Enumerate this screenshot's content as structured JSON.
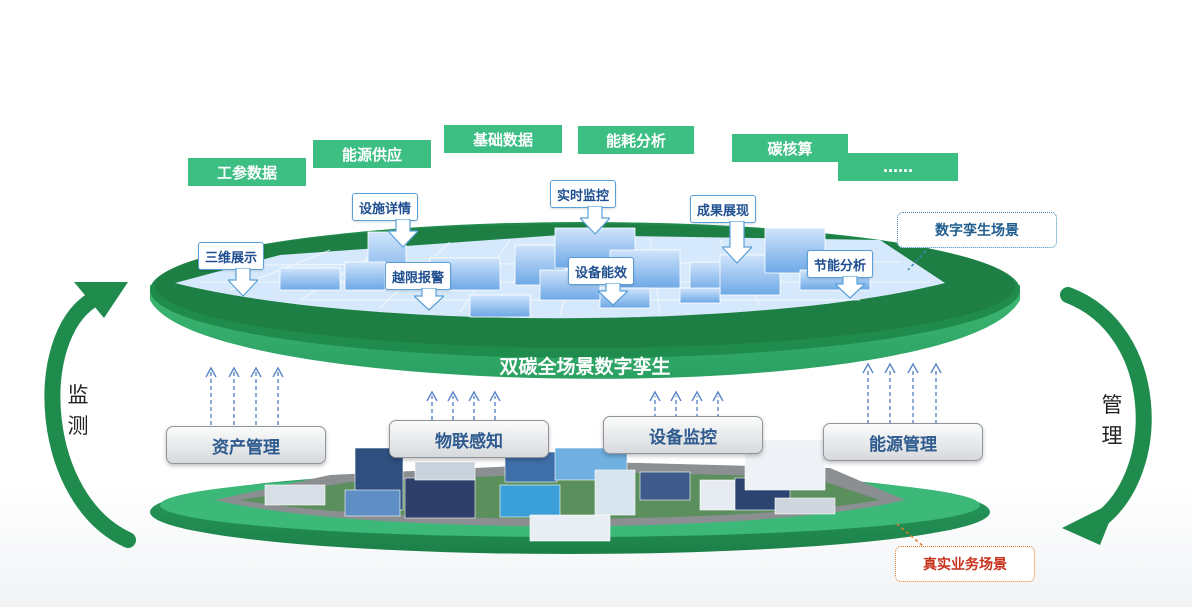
{
  "top_tags": [
    "工参数据",
    "能源供应",
    "基础数据",
    "能耗分析",
    "碳核算",
    "……"
  ],
  "callouts": [
    "设施详情",
    "实时监控",
    "成果展现",
    "三维展示",
    "越限报警",
    "设备能效",
    "节能分析"
  ],
  "digital_scene_label": "数字孪生场景",
  "platform_title": "双碳全场景数字孪生",
  "bottom_labels": [
    "资产管理",
    "物联感知",
    "设备监控",
    "能源管理"
  ],
  "real_scene_label": "真实业务场景",
  "left_text": [
    "监",
    "测"
  ],
  "right_text": [
    "管",
    "理"
  ],
  "colors": {
    "green": "#3dbe83",
    "dark_green": "#1f8c4d",
    "blue": "#1f4f91"
  }
}
